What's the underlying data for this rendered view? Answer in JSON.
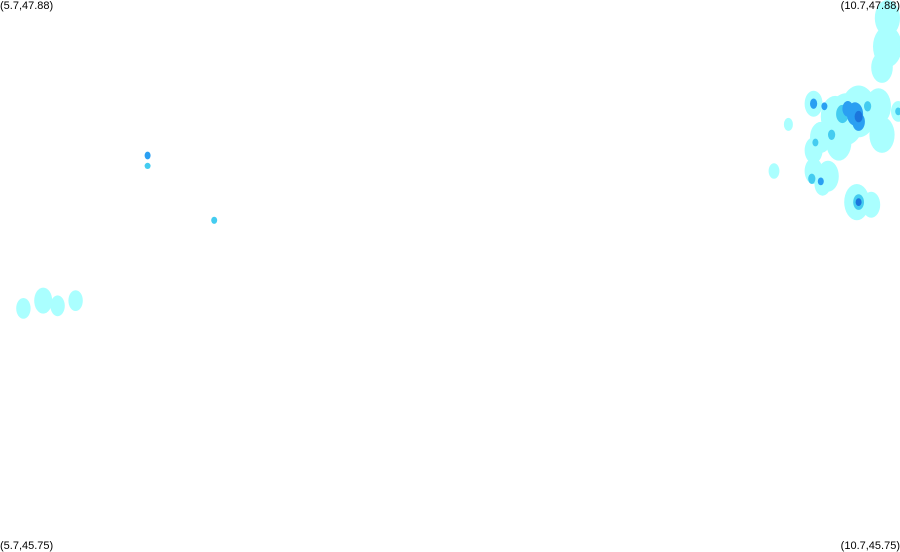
{
  "corners": {
    "top_left": "(5.7,47.88)",
    "top_right": "(10.7,47.88)",
    "bottom_left": "(5.7,45.75)",
    "bottom_right": "(10.7,45.75)"
  },
  "extent": {
    "lon_min": 5.7,
    "lon_max": 10.7,
    "lat_min": 45.75,
    "lat_max": 47.88
  },
  "colors": {
    "background": "#ffffff",
    "light": "#aaffff",
    "medium": "#44ccf0",
    "strong": "#2a9ff2",
    "heavy": "#1b75dc"
  },
  "cells": [
    {
      "lon": 5.83,
      "lat": 46.69,
      "level": "light",
      "r": 0.04
    },
    {
      "lon": 5.94,
      "lat": 46.72,
      "level": "light",
      "r": 0.05
    },
    {
      "lon": 6.02,
      "lat": 46.7,
      "level": "light",
      "r": 0.04
    },
    {
      "lon": 6.12,
      "lat": 46.72,
      "level": "light",
      "r": 0.04
    },
    {
      "lon": 6.52,
      "lat": 47.28,
      "level": "strong",
      "r": 0.015
    },
    {
      "lon": 6.52,
      "lat": 47.24,
      "level": "medium",
      "r": 0.012
    },
    {
      "lon": 6.89,
      "lat": 47.03,
      "level": "medium",
      "r": 0.014
    },
    {
      "lon": 10.63,
      "lat": 47.81,
      "level": "light",
      "r": 0.07
    },
    {
      "lon": 10.63,
      "lat": 47.7,
      "level": "light",
      "r": 0.08
    },
    {
      "lon": 10.6,
      "lat": 47.62,
      "level": "light",
      "r": 0.06
    },
    {
      "lon": 10.47,
      "lat": 47.45,
      "level": "light",
      "r": 0.1
    },
    {
      "lon": 10.4,
      "lat": 47.42,
      "level": "light",
      "r": 0.1
    },
    {
      "lon": 10.34,
      "lat": 47.43,
      "level": "light",
      "r": 0.08
    },
    {
      "lon": 10.58,
      "lat": 47.47,
      "level": "light",
      "r": 0.07
    },
    {
      "lon": 10.6,
      "lat": 47.36,
      "level": "light",
      "r": 0.07
    },
    {
      "lon": 10.36,
      "lat": 47.33,
      "level": "light",
      "r": 0.07
    },
    {
      "lon": 10.26,
      "lat": 47.35,
      "level": "light",
      "r": 0.06
    },
    {
      "lon": 10.22,
      "lat": 47.3,
      "level": "light",
      "r": 0.05
    },
    {
      "lon": 10.22,
      "lat": 47.48,
      "level": "light",
      "r": 0.05
    },
    {
      "lon": 10.08,
      "lat": 47.4,
      "level": "light",
      "r": 0.025
    },
    {
      "lon": 10.69,
      "lat": 47.45,
      "level": "light",
      "r": 0.04
    },
    {
      "lon": 10.38,
      "lat": 47.44,
      "level": "medium",
      "r": 0.035
    },
    {
      "lon": 10.45,
      "lat": 47.44,
      "level": "strong",
      "r": 0.045
    },
    {
      "lon": 10.47,
      "lat": 47.41,
      "level": "strong",
      "r": 0.035
    },
    {
      "lon": 10.41,
      "lat": 47.46,
      "level": "strong",
      "r": 0.03
    },
    {
      "lon": 10.47,
      "lat": 47.43,
      "level": "heavy",
      "r": 0.022
    },
    {
      "lon": 10.22,
      "lat": 47.48,
      "level": "strong",
      "r": 0.02
    },
    {
      "lon": 10.28,
      "lat": 47.47,
      "level": "strong",
      "r": 0.015
    },
    {
      "lon": 10.32,
      "lat": 47.36,
      "level": "medium",
      "r": 0.02
    },
    {
      "lon": 10.23,
      "lat": 47.33,
      "level": "medium",
      "r": 0.015
    },
    {
      "lon": 10.52,
      "lat": 47.47,
      "level": "medium",
      "r": 0.02
    },
    {
      "lon": 10.69,
      "lat": 47.45,
      "level": "medium",
      "r": 0.015
    },
    {
      "lon": 10.3,
      "lat": 47.2,
      "level": "light",
      "r": 0.06
    },
    {
      "lon": 10.22,
      "lat": 47.22,
      "level": "light",
      "r": 0.05
    },
    {
      "lon": 10.27,
      "lat": 47.17,
      "level": "light",
      "r": 0.045
    },
    {
      "lon": 10.21,
      "lat": 47.19,
      "level": "medium",
      "r": 0.02
    },
    {
      "lon": 10.26,
      "lat": 47.18,
      "level": "strong",
      "r": 0.015
    },
    {
      "lon": 10.0,
      "lat": 47.22,
      "level": "light",
      "r": 0.03
    },
    {
      "lon": 10.46,
      "lat": 47.1,
      "level": "light",
      "r": 0.07
    },
    {
      "lon": 10.54,
      "lat": 47.09,
      "level": "light",
      "r": 0.05
    },
    {
      "lon": 10.47,
      "lat": 47.1,
      "level": "medium",
      "r": 0.03
    },
    {
      "lon": 10.47,
      "lat": 47.1,
      "level": "heavy",
      "r": 0.015
    }
  ]
}
